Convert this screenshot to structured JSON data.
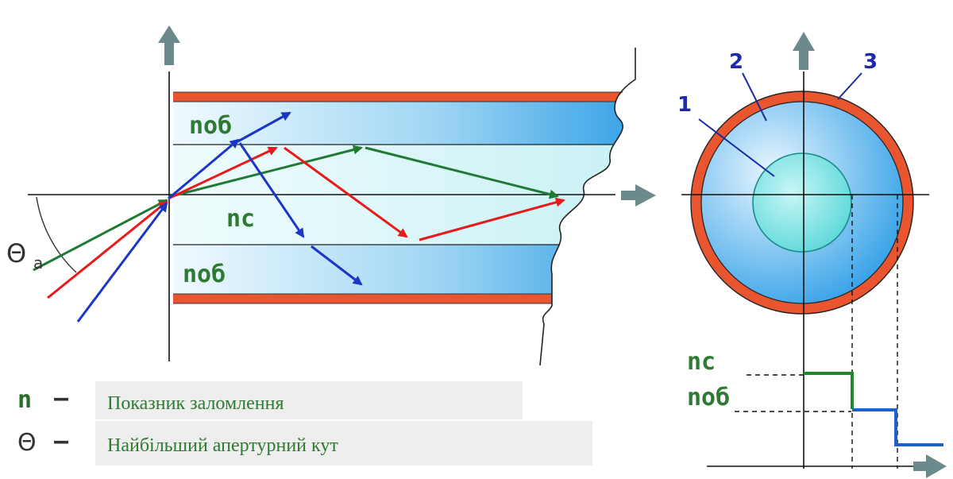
{
  "labels": {
    "n_clad_top": "nоб",
    "n_core": "nс",
    "n_clad_bottom": "nоб",
    "theta": "Θ",
    "theta_sub": "a",
    "profile_n_core": "nс",
    "profile_n_clad": "nоб",
    "part_1": "1",
    "part_2": "2",
    "part_3": "3"
  },
  "legend": [
    {
      "symbol": "n",
      "dash": "–",
      "text": "Показник заломлення"
    },
    {
      "symbol": "Θ",
      "dash": "–",
      "text": "Найбільший апертурний кут"
    }
  ],
  "colors": {
    "core": "#d7f6f8",
    "cladding": "#4aaee8",
    "jacket": "#e8552f",
    "axis": "#111111",
    "arrow_gray": "#6c8a8c",
    "ray_green": "#1f7a35",
    "ray_red": "#e81a1a",
    "ray_blue": "#1a35c8",
    "label_green": "#2f7a33",
    "label_blue": "#1e2aa8",
    "profile_green": "#1e8a2f",
    "profile_blue": "#1f5fd0"
  }
}
